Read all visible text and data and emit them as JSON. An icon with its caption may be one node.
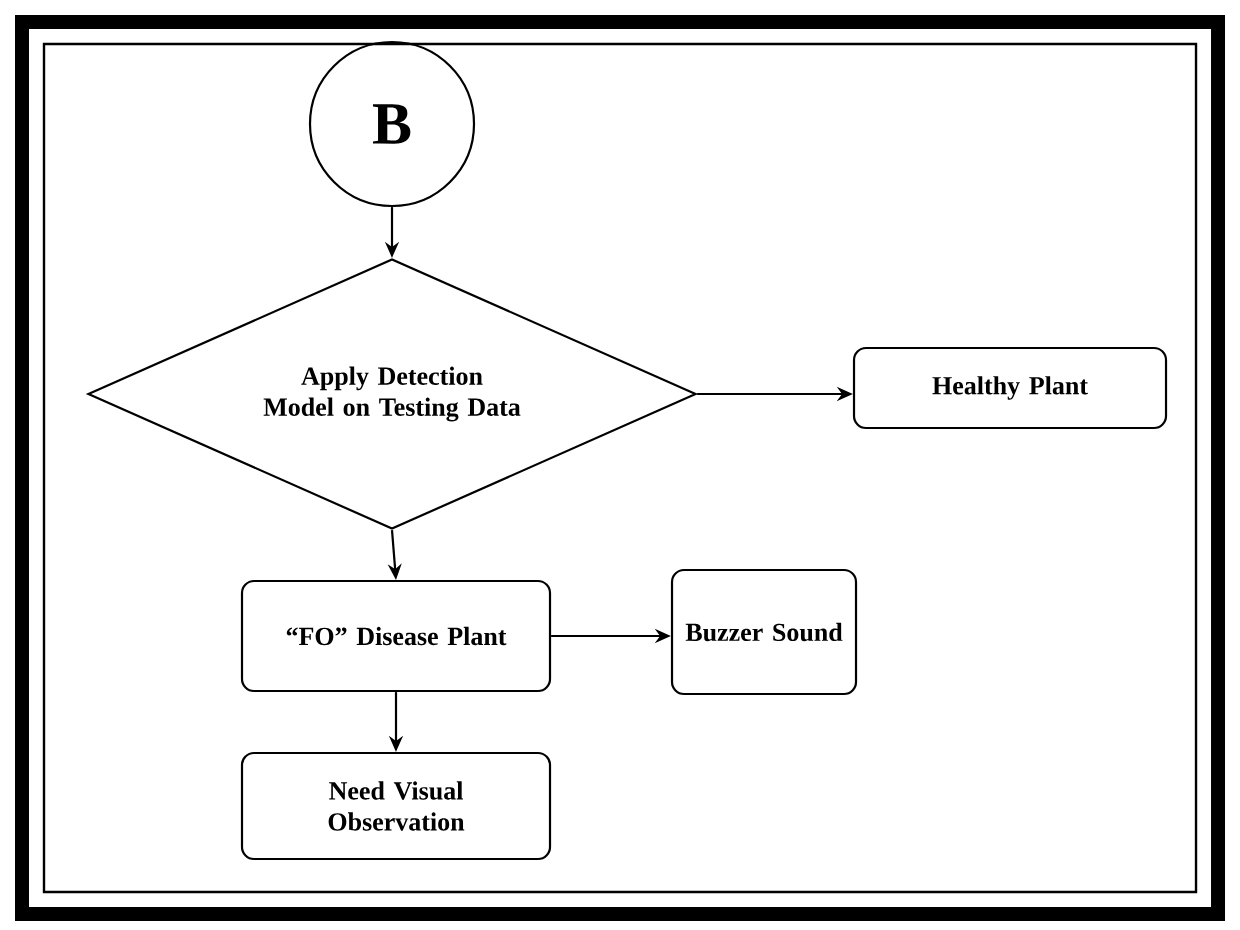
{
  "diagram": {
    "nodes": [
      {
        "text": [
          "B"
        ]
      },
      {
        "text": [
          "Apply Detection Model on Testing Data"
        ]
      },
      {
        "text": [
          "Healthy Plant"
        ]
      },
      {
        "text": [
          "“FO” Disease Plant"
        ]
      },
      {
        "text": [
          "Buzzer Sound"
        ]
      },
      {
        "text": [
          "Need Visual Observation"
        ]
      }
    ],
    "edges": [
      {
        "from": 0,
        "to": 1,
        "arrow": "to"
      },
      {
        "from": 1,
        "to": 2,
        "arrow": "to"
      },
      {
        "from": 1,
        "to": 3,
        "arrow": "to"
      },
      {
        "from": 3,
        "to": 4,
        "arrow": "to"
      },
      {
        "from": 3,
        "to": 5,
        "arrow": "to"
      }
    ]
  }
}
